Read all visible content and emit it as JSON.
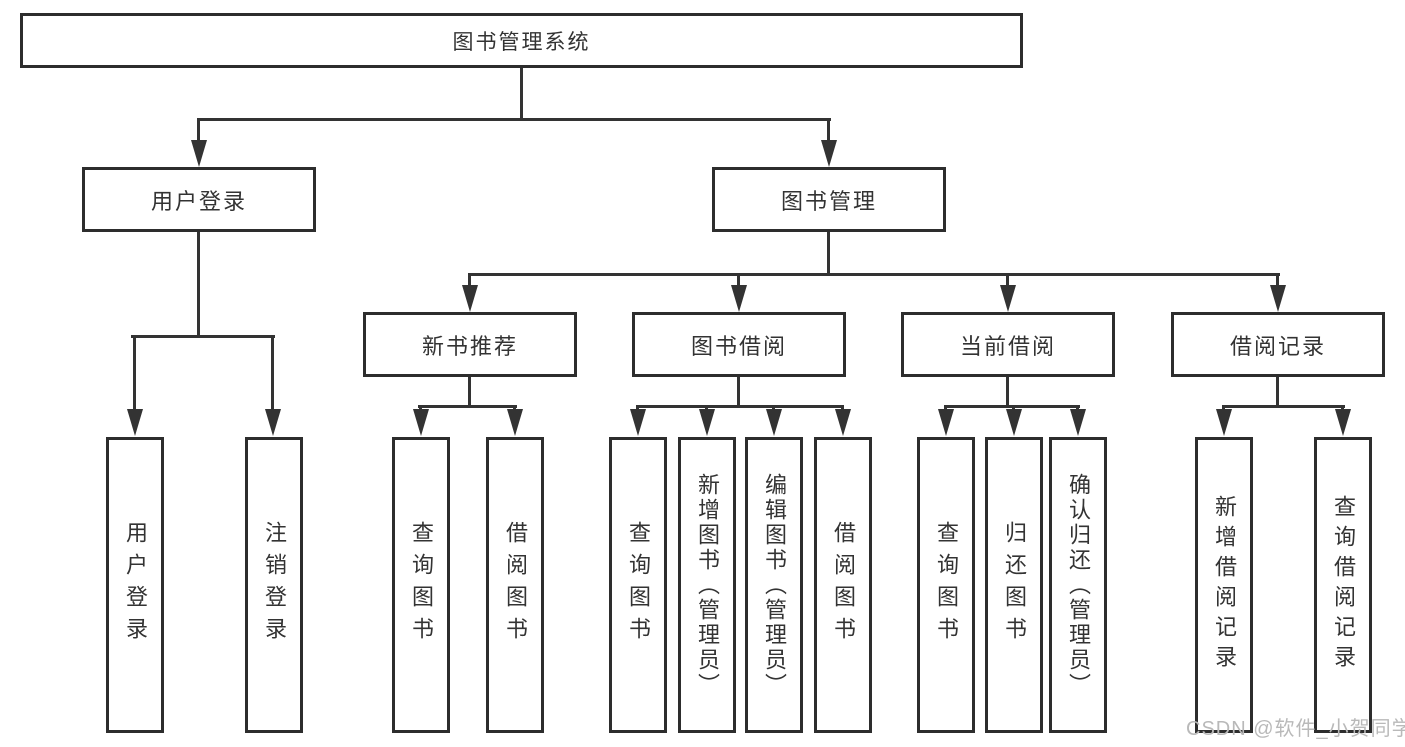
{
  "diagram": {
    "title": "图书管理系统",
    "level2": {
      "left": "用户登录",
      "right": "图书管理"
    },
    "level3": [
      "新书推荐",
      "图书借阅",
      "当前借阅",
      "借阅记录"
    ],
    "leaves": {
      "login": [
        "用户登录",
        "注销登录"
      ],
      "recommend": [
        "查询图书",
        "借阅图书"
      ],
      "borrow": [
        "查询图书",
        "新增图书（管理员）",
        "编辑图书（管理员）",
        "借阅图书"
      ],
      "current": [
        "查询图书",
        "归还图书",
        "确认归还（管理员）"
      ],
      "records": [
        "新增借阅记录",
        "查询借阅记录"
      ]
    },
    "watermark": "CSDN @软件_小贺同学",
    "colors": {
      "line": "#333333",
      "border": "#2d2d2d",
      "text": "#333333",
      "watermark": "#b9b9b9",
      "background": "#ffffff"
    }
  }
}
